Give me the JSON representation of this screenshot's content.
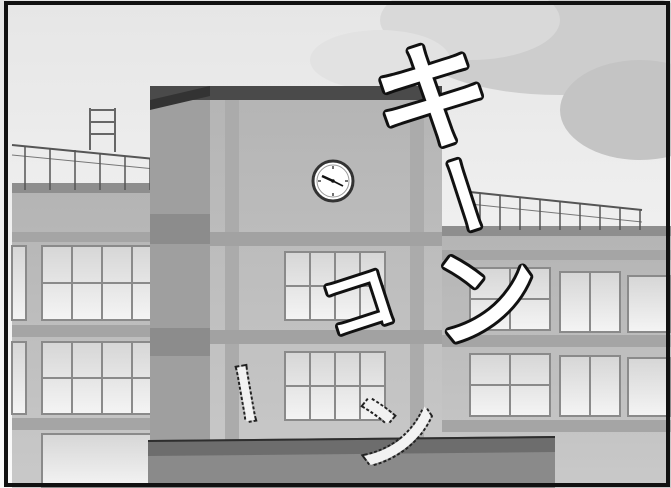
{
  "panel": {
    "colors": {
      "sky": "#f2f2f2",
      "cloud": "#cfcfcf",
      "building_face": "#bdbdbd",
      "building_shadow": "#9a9a9a",
      "roof_edge": "#4a4a4a",
      "window_glass": "#e8e8e8",
      "frame_border": "#111111"
    },
    "sfx": {
      "large": [
        "キ",
        "ー",
        "ン"
      ],
      "small": [
        "コ",
        "ー",
        "ン"
      ]
    },
    "icons": [
      "wall-clock-icon"
    ]
  }
}
